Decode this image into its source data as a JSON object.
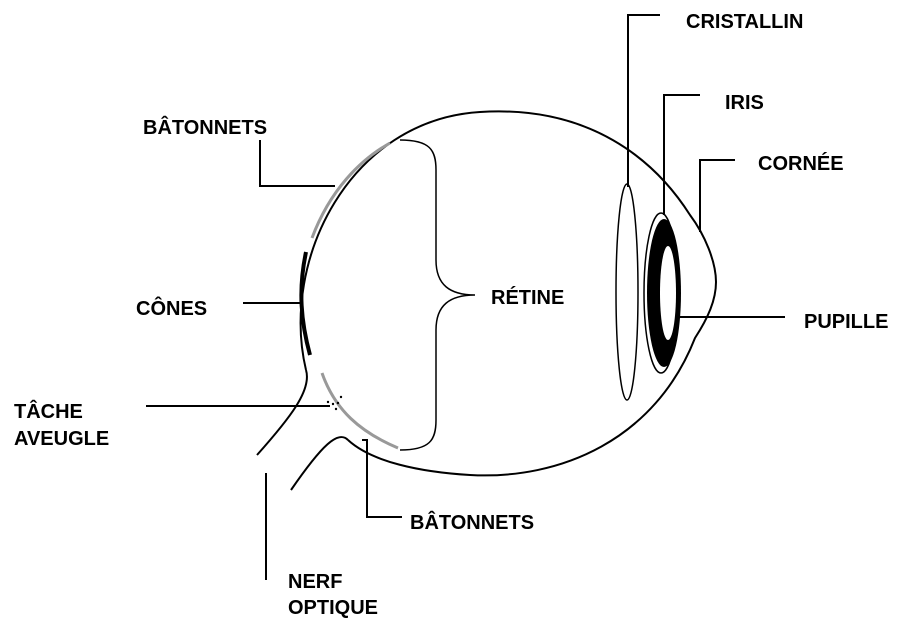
{
  "labels": {
    "cristallin": "CRISTALLIN",
    "iris": "IRIS",
    "cornee": "CORNÉE",
    "batonnets_top": "BÂTONNETS",
    "retine": "RÉTINE",
    "cones": "CÔNES",
    "pupille": "PUPILLE",
    "tache_line1": "TÂCHE",
    "tache_line2": "AVEUGLE",
    "batonnets_bottom": "BÂTONNETS",
    "nerf_line1": "NERF",
    "nerf_line2": "OPTIQUE"
  },
  "colors": {
    "outline": "#000000",
    "rods": "#999999",
    "background": "#ffffff"
  }
}
